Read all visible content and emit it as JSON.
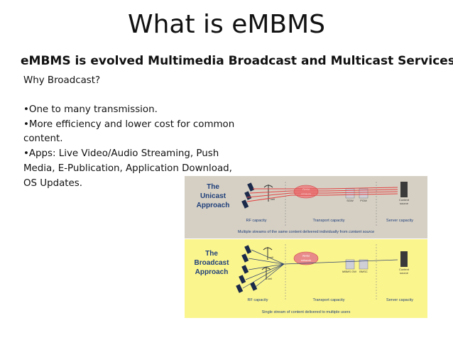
{
  "slide": {
    "title": "What is eMBMS",
    "subtitle": "eMBMS is evolved Multimedia Broadcast and Multicast Services.",
    "intro": "Why Broadcast?",
    "bullets": [
      "•One to many transmission.",
      "•More efficiency and lower cost for common content.",
      "•Apps: Live Video/Audio Streaming, Push Media, E-Publication, Application Download, OS Updates."
    ]
  },
  "diagram": {
    "unicast": {
      "label_line1": "The",
      "label_line2": "Unicast",
      "label_line3": "Approach",
      "rf": "RF capacity",
      "transport": "Transport capacity",
      "server": "Server capacity",
      "caption_part1": "Multiple streams of the same content delivered individually from ",
      "caption_part2": "content source",
      "cell": "cell",
      "ran1": "RAN",
      "ran2": "network",
      "sgw": "SGW",
      "pgw": "PGW",
      "source1": "Content",
      "source2": "source"
    },
    "broadcast": {
      "label_line1": "The",
      "label_line2": "Broadcast",
      "label_line3": "Approach",
      "rf": "RF capacity",
      "transport": "Transport capacity",
      "server": "Server capacity",
      "caption": "Single stream of content delivered to multiple users",
      "cell": "cell",
      "ran1": "RAN",
      "ran2": "network",
      "mbmsgw": "MBMS GW",
      "bmsc": "BMSC",
      "source1": "Content",
      "source2": "source"
    },
    "colors": {
      "top_bg": "#d6d0c4",
      "bottom_bg": "#fbf58e",
      "label": "#1f3f7a",
      "stream": "#e34343",
      "ran": "#e98a8a"
    }
  }
}
